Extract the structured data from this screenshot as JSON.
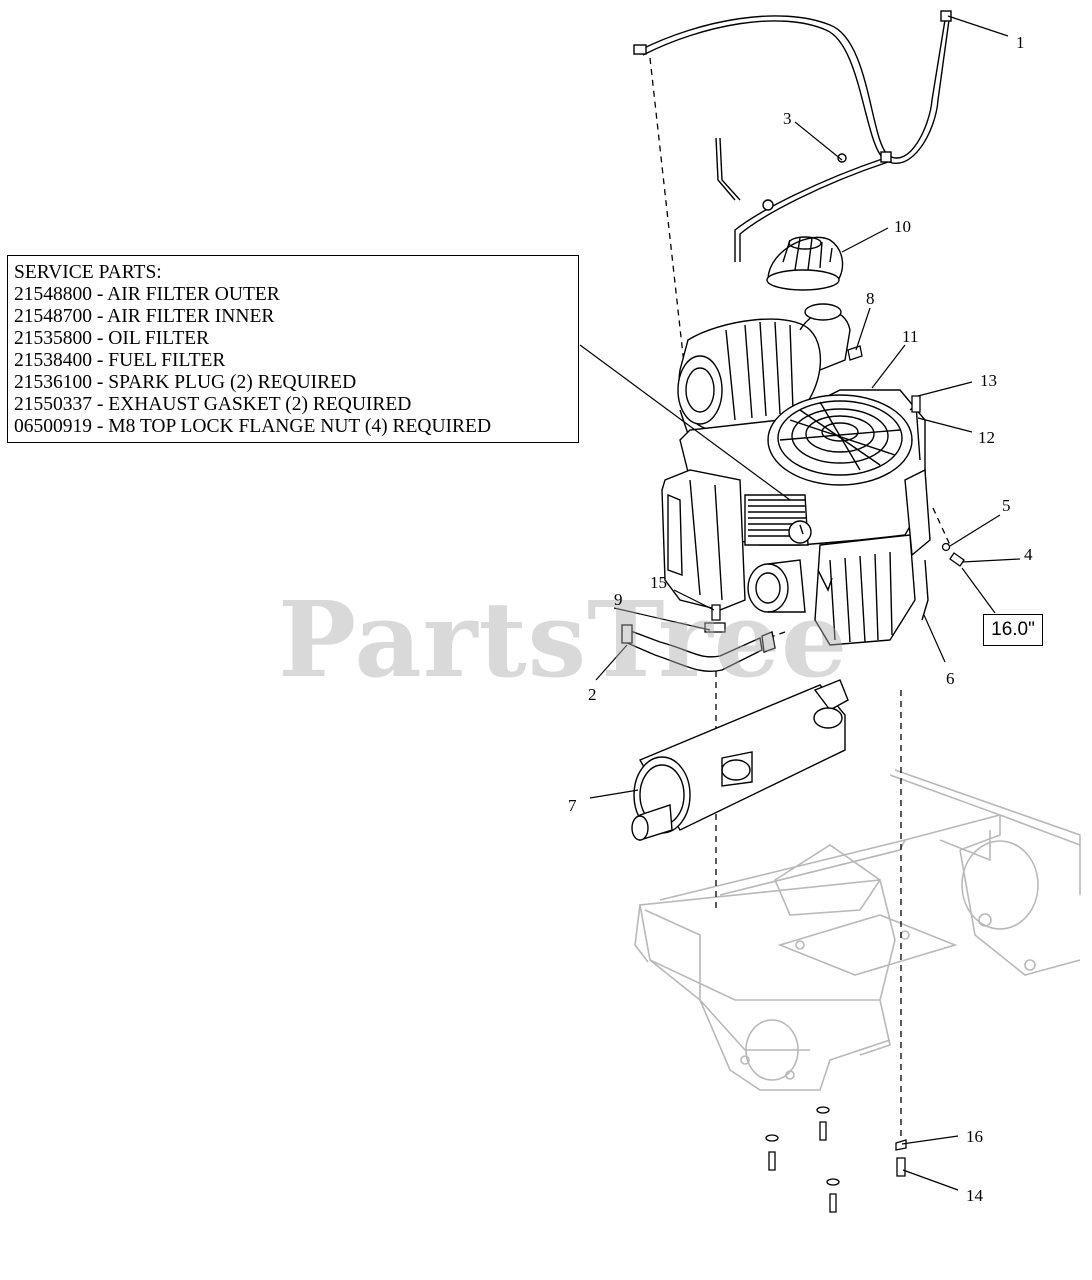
{
  "watermark": "PartsTree",
  "service_parts": {
    "heading": "SERVICE PARTS:",
    "lines": [
      "21548800 - AIR FILTER OUTER",
      "21548700 - AIR FILTER INNER",
      "21535800 - OIL FILTER",
      "21538400 - FUEL FILTER",
      "21536100 - SPARK PLUG (2) REQUIRED",
      "21550337 - EXHAUST GASKET (2) REQUIRED",
      "06500919 - M8 TOP LOCK FLANGE NUT (4) REQUIRED"
    ]
  },
  "dimension_label": "16.0\"",
  "callouts": [
    "1",
    "2",
    "3",
    "4",
    "5",
    "6",
    "7",
    "8",
    "9",
    "10",
    "11",
    "12",
    "13",
    "14",
    "15",
    "16"
  ],
  "colors": {
    "line": "#000000",
    "frame": "#b4b4b4",
    "watermark": "#aaaaaa"
  }
}
